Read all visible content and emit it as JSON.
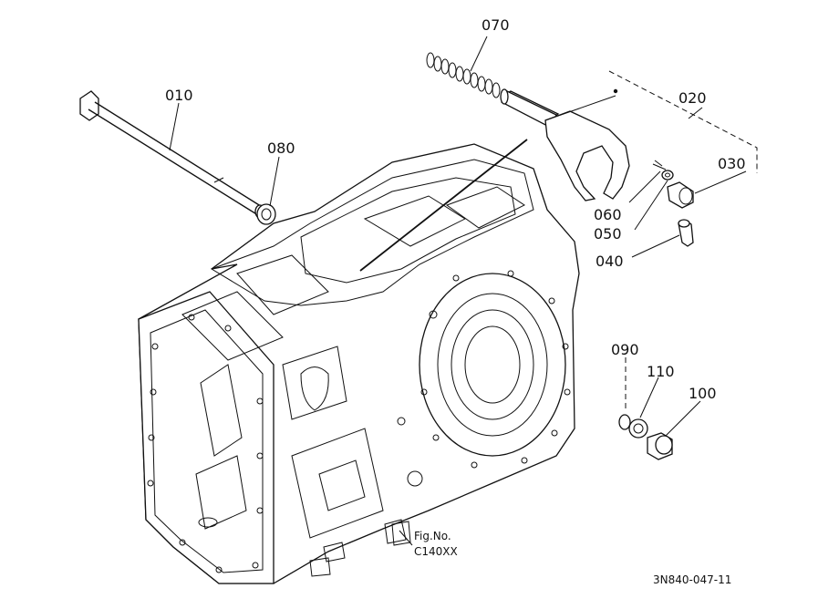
{
  "parts": {
    "p010": "010",
    "p080": "080",
    "p070": "070",
    "p020": "020",
    "p030": "030",
    "p060": "060",
    "p050": "050",
    "p040": "040",
    "p090": "090",
    "p110": "110",
    "p100": "100"
  },
  "figure": {
    "line1": "Fig.No.",
    "line2": "C140XX"
  },
  "drawing_code": "3N840-047-11"
}
